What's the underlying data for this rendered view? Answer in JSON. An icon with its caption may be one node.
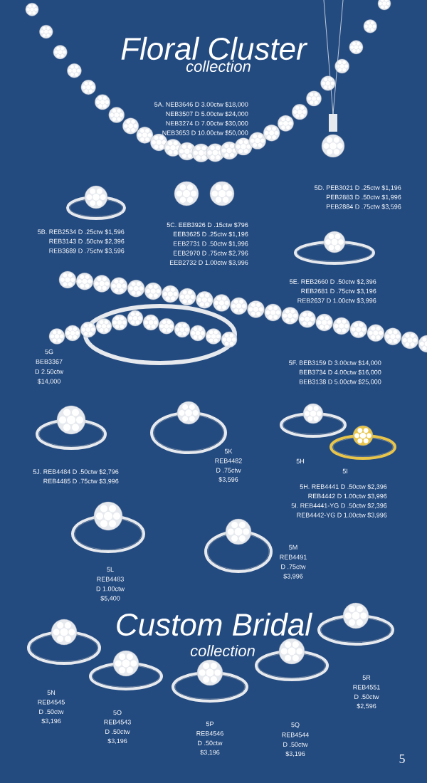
{
  "diagram": {
    "title": "Floral Cluster",
    "labels": [
      "collection",
      "5A. NEB3646 D 3.00ctw $18,000",
      "NEB3507 D 5.00ctw $24,000",
      "NEB3274 D 7.00ctw $30,000",
      "NEB3653 D 10.00ctw $50,000",
      "5D. PEB3021 D .25ctw $1,196",
      "PEB2883 D .50ctw $1,996",
      "PEB2884 D .75ctw $3,596",
      "5B. REB2534 D .25ctw $1,596",
      "REB3143 D .50ctw $2,396",
      "REB3689 D .75ctw $3,596",
      "5C. EEB3926 D .15ctw $796",
      "EEB3625 D .25ctw $1,196",
      "EEB2731 D .50ctw $1,996",
      "EEB2970 D .75ctw $2,796",
      "EEB2732 D 1.00ctw $3,996",
      "5E. REB2660 D .50ctw $2,396",
      "REB2681 D .75ctw $3,196",
      "REB2637 D 1.00ctw $3,996",
      "5G",
      "BEB3367",
      "D 2.50ctw",
      "$14,000",
      "5F. BEB3159 D 3.00ctw $14,000",
      "BEB3734 D 4.00ctw $16,000",
      "BEB3138 D 5.00ctw $25,000",
      "5K",
      "REB4482",
      "D .75ctw",
      "$3,596",
      "5H",
      "5J. REB4484 D .50ctw $2,796",
      "REB4485 D .75ctw $3,996",
      "5I",
      "5H. REB4441 D .50ctw $2,396",
      "REB4442 D 1.00ctw $3,996",
      "5I. REB4441-YG D .50ctw $2,396",
      "REB4442-YG D 1.00ctw $3,996",
      "5M",
      "REB4491",
      "D .75ctw",
      "$3,996",
      "5L",
      "REB4483",
      "D 1.00ctw",
      "$5,400",
      "Custom Bridal",
      "collection",
      "5R",
      "REB4551",
      "D .50ctw",
      "$2,596",
      "5N",
      "REB4545",
      "D .50ctw",
      "$3,196",
      "5O",
      "REB4543",
      "D .50ctw",
      "$3,196",
      "5Q",
      "REB4544",
      "D .50ctw",
      "$3,196",
      "5P",
      "REB4546",
      "D .50ctw",
      "$3,196",
      "5"
    ]
  }
}
